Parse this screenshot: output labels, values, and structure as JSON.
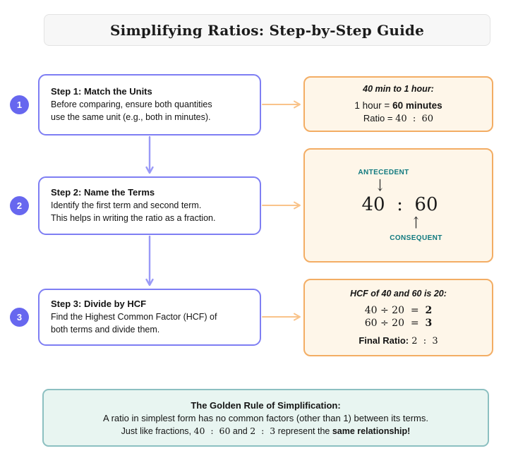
{
  "title": "Simplifying Ratios: Step-by-Step Guide",
  "steps": [
    {
      "number": "1",
      "title": "Step 1: Match the Units",
      "line1": "Before comparing, ensure both quantities",
      "line2": "use the same unit (e.g., both in minutes)."
    },
    {
      "number": "2",
      "title": "Step 2: Name the Terms",
      "line1": "Identify the first term and second term.",
      "line2": "This helps in writing the ratio as a fraction."
    },
    {
      "number": "3",
      "title": "Step 3: Divide by HCF",
      "line1": "Find the Highest Common Factor (HCF) of",
      "line2": "both terms and divide them."
    }
  ],
  "examples": {
    "ex1": {
      "heading": "40 min to 1 hour:",
      "conversion_prefix": "1 hour = ",
      "conversion_bold": "60 minutes",
      "ratio_prefix": "Ratio = ",
      "ratio_value": "40  :  60"
    },
    "ex2": {
      "antecedent_label": "ANTECEDENT",
      "down_arrow": "↓",
      "ratio": "40  :  60",
      "up_arrow": "↑",
      "consequent_label": "CONSEQUENT"
    },
    "ex3": {
      "heading_prefix": "HCF of 40 and 60 is ",
      "heading_bold": "20",
      "heading_suffix": ":",
      "division1_expr": "40 ÷ 20  =  ",
      "division1_result": "2",
      "division2_expr": "60 ÷ 20  =  ",
      "division2_result": "3",
      "final_label": "Final Ratio:",
      "final_value": " 2  :  3"
    }
  },
  "golden_rule": {
    "title": "The Golden Rule of Simplification:",
    "line1": "A ratio in simplest form has no common factors (other than 1) between its terms.",
    "line2_prefix": "Just like fractions, ",
    "line2_ratio1": "40  :  60",
    "line2_and": " and ",
    "line2_ratio2": "2  :  3",
    "line2_mid": " represent the ",
    "line2_bold": "same relationship!"
  },
  "colors": {
    "step_border": "#7e7ef3",
    "badge_fill": "#6767ef",
    "example_border": "#f3ad64",
    "example_bg": "#fef6e9",
    "teal_label": "#10797f",
    "golden_border": "#8cc0c1",
    "golden_bg": "#e8f5f1",
    "arrow_orange": "#f9c38a",
    "arrow_purple": "#9a9af7"
  }
}
